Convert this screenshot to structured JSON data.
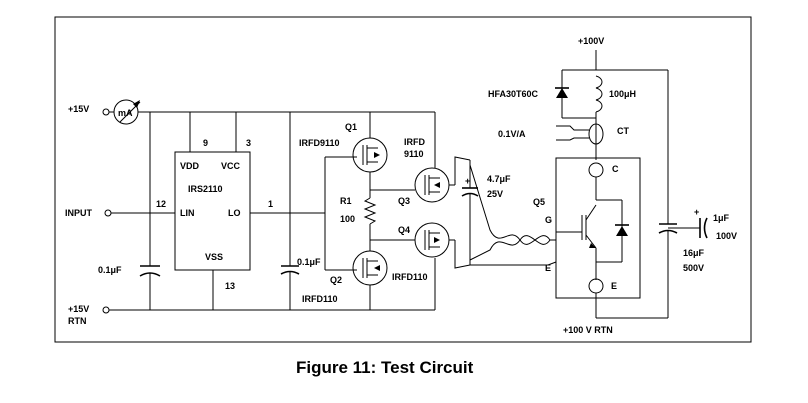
{
  "caption": "Figure 11: Test Circuit",
  "labels": {
    "plus15v": "+15V",
    "ma": "mA",
    "input": "INPUT",
    "rtn15_a": "+15V",
    "rtn15_b": "RTN",
    "cap_left": "0.1μF",
    "pin9": "9",
    "pin3": "3",
    "pin12": "12",
    "pin1": "1",
    "pin13": "13",
    "vdd": "VDD",
    "vcc": "VCC",
    "ic_name": "IRS2110",
    "lin": "LIN",
    "lo": "LO",
    "vss": "VSS",
    "cap_mid": "0.1μF",
    "q1": "Q1",
    "q1_part": "IRFD9110",
    "q3_part_a": "IRFD",
    "q3_part_b": "9110",
    "r1": "R1",
    "r1_val": "100",
    "q3": "Q3",
    "q4": "Q4",
    "q2": "Q2",
    "q2_part": "IRFD110",
    "q4_part": "IRFD110",
    "cap_47": "4.7μF",
    "cap_47_v": "25V",
    "plus": "+",
    "q5": "Q5",
    "g": "G",
    "e_gate": "E",
    "c": "C",
    "e": "E",
    "rtn100": "+100 V RTN",
    "plus100v": "+100V",
    "diode": "HFA30T60C",
    "inductor": "100μH",
    "ct_scale": "0.1V/A",
    "ct": "CT",
    "cap_1": "1μF",
    "cap_1_v": "100V",
    "cap_16": "16μF",
    "cap_16_v": "500V",
    "plus_1uf": "+"
  }
}
